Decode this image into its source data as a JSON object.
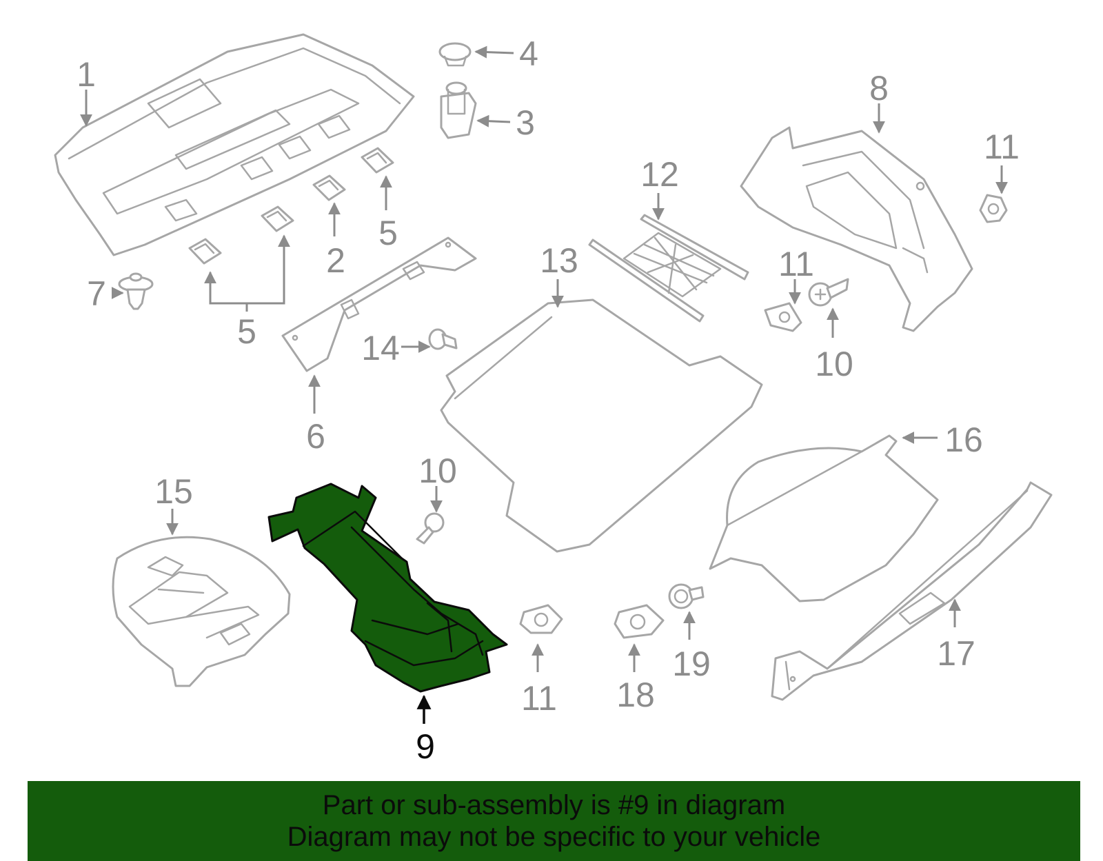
{
  "diagram": {
    "highlight_color": "#145c0c",
    "line_color": "#a6a6a6",
    "callouts": {
      "c1": "1",
      "c2": "2",
      "c3": "3",
      "c4": "4",
      "c5a": "5",
      "c5b": "5",
      "c6": "6",
      "c7": "7",
      "c8": "8",
      "c9": "9",
      "c10a": "10",
      "c10b": "10",
      "c11a": "11",
      "c11b": "11",
      "c11c": "11",
      "c12": "12",
      "c13": "13",
      "c14": "14",
      "c15": "15",
      "c16": "16",
      "c17": "17",
      "c18": "18",
      "c19": "19"
    }
  },
  "banner": {
    "background": "#145c0c",
    "line1": "Part or sub-assembly is #9 in diagram",
    "line2": "Diagram may not be specific to your vehicle"
  }
}
